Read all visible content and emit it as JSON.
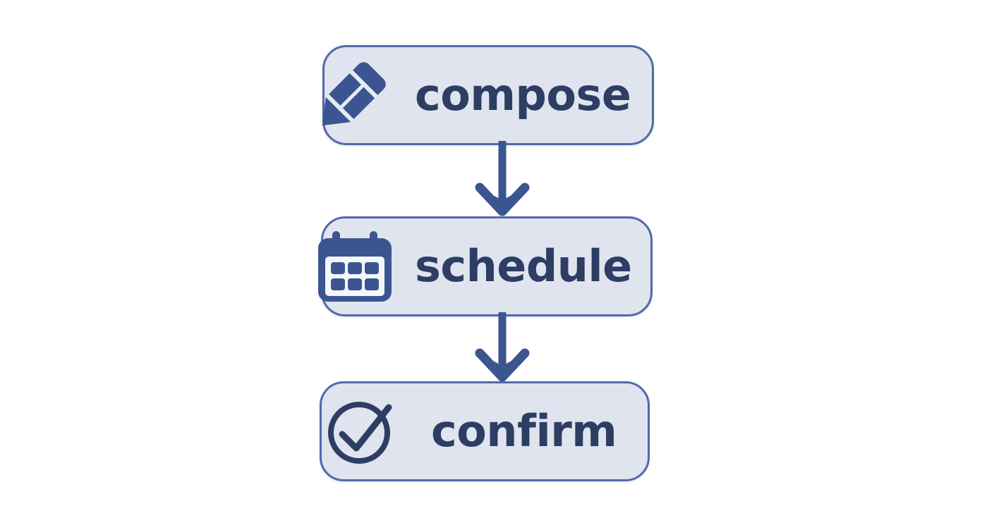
{
  "diagram": {
    "type": "flowchart",
    "orientation": "vertical",
    "background_color": "#ffffff",
    "title": "",
    "nodes": [
      {
        "id": "compose",
        "label": "compose",
        "icon": "pencil-icon",
        "shape": "rounded-rectangle",
        "fill_color": "#dfe4ef",
        "border_color": "#516aa8",
        "text_color": "#2e3d63"
      },
      {
        "id": "schedule",
        "label": "schedule",
        "icon": "calendar-icon",
        "shape": "rounded-rectangle",
        "fill_color": "#dfe4ef",
        "border_color": "#516aa8",
        "text_color": "#2e3d63"
      },
      {
        "id": "confirm",
        "label": "confirm",
        "icon": "check-circle-icon",
        "shape": "rounded-rectangle",
        "fill_color": "#dfe4ef",
        "border_color": "#516aa8",
        "text_color": "#2e3d63"
      }
    ],
    "edges": [
      {
        "id": "compose-to-schedule",
        "from": "compose",
        "to": "schedule",
        "label": "",
        "style": "solid-arrow-down",
        "color": "#3b5590"
      },
      {
        "id": "schedule-to-confirm",
        "from": "schedule",
        "to": "confirm",
        "label": "",
        "style": "solid-arrow-down",
        "color": "#3b5590"
      }
    ]
  }
}
